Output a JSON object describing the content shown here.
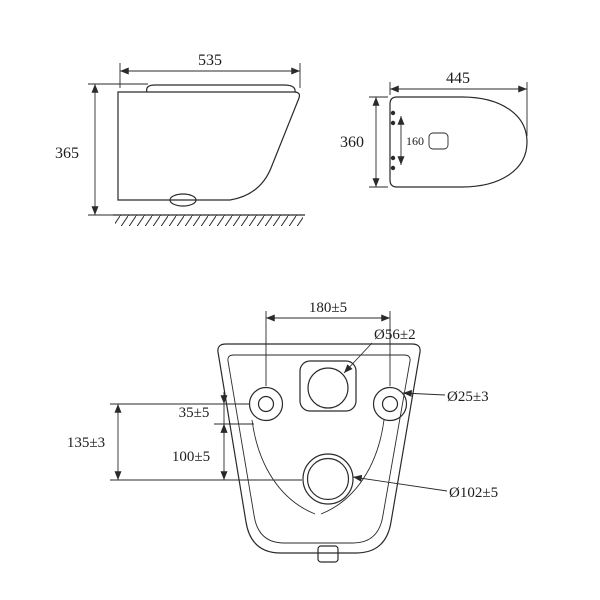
{
  "drawing": {
    "side_view": {
      "width": "535",
      "height": "365"
    },
    "top_view": {
      "width": "445",
      "depth": "360",
      "hinge_spacing": "160"
    },
    "rear_view": {
      "bolt_spacing": "180±5",
      "inlet_diameter": "Ø56±2",
      "bolt_hole_diameter": "Ø25±3",
      "upper_offset": "35±5",
      "lower_offset": "100±5",
      "total_offset": "135±3",
      "outlet_diameter": "Ø102±5"
    },
    "colors": {
      "line": "#2a2a2a",
      "background": "#ffffff"
    }
  }
}
